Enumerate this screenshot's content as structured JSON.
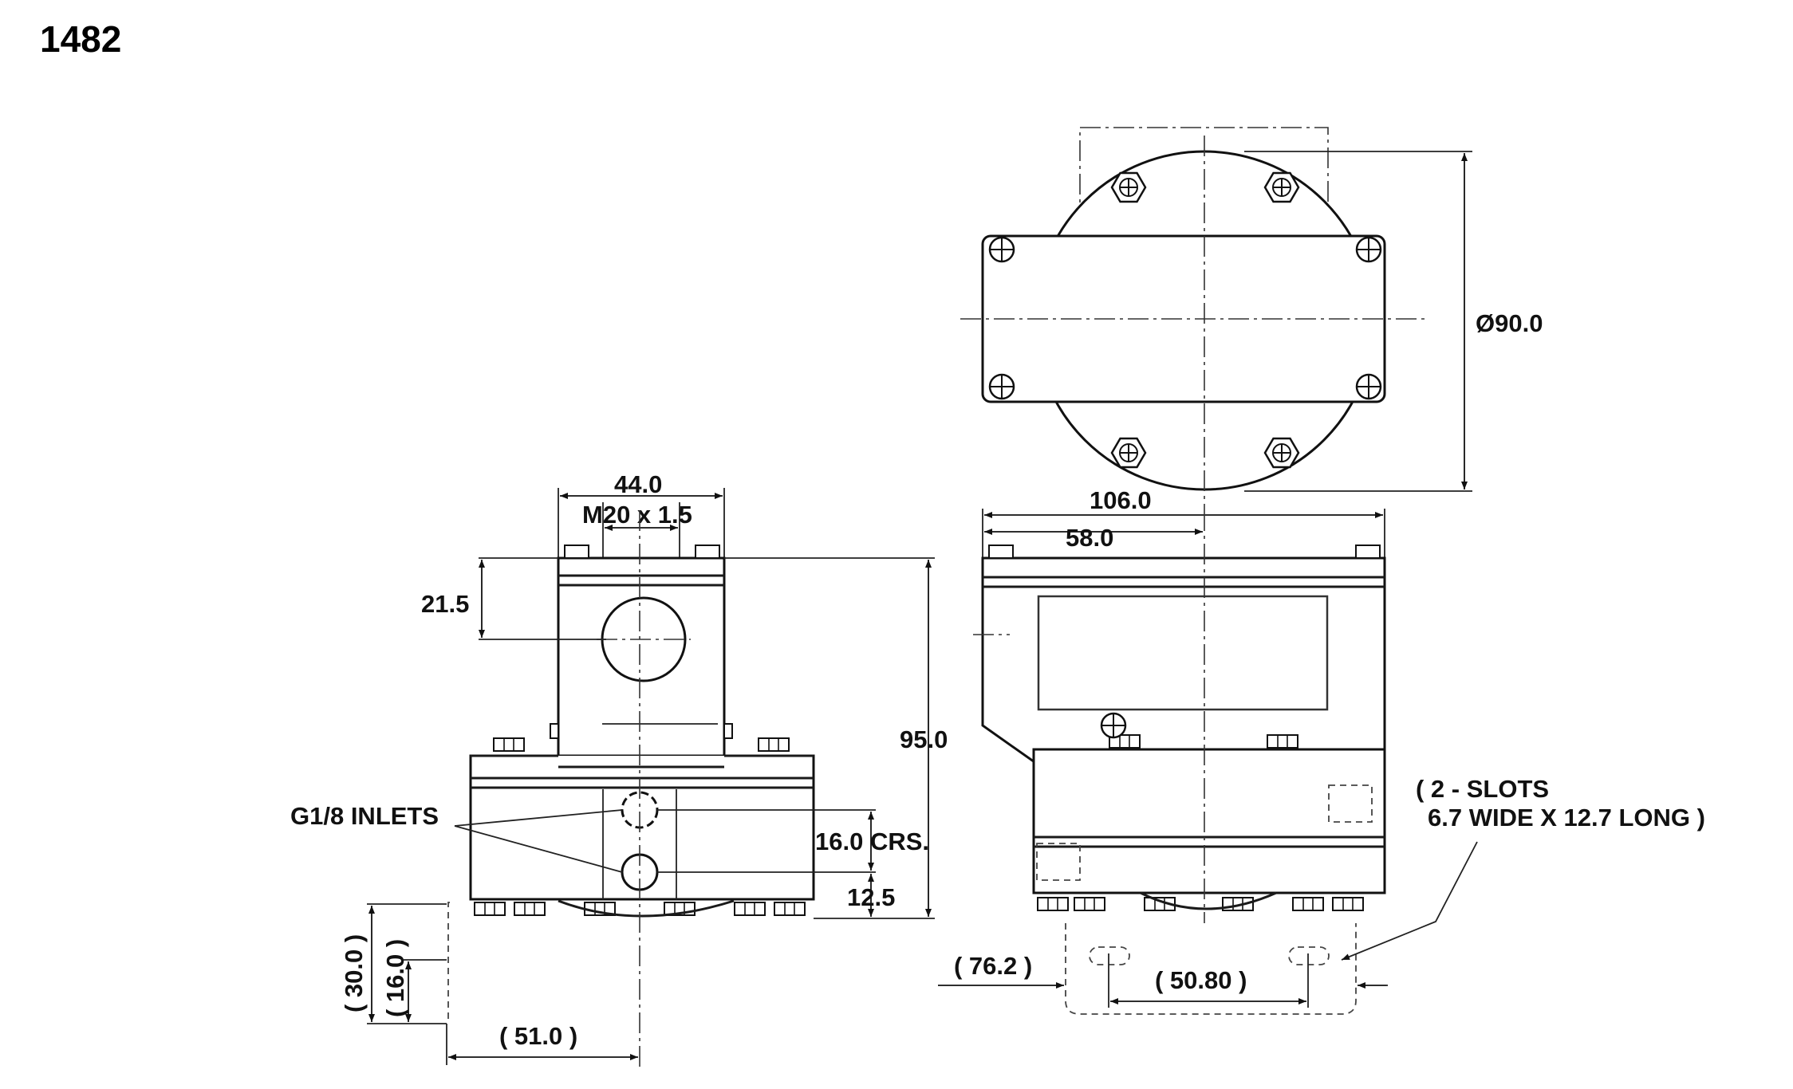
{
  "title": "1482",
  "dimensions": {
    "diameter": "Ø90.0",
    "width_106": "106.0",
    "width_58": "58.0",
    "width_44": "44.0",
    "thread": "M20 x 1.5",
    "height_21_5": "21.5",
    "height_95": "95.0",
    "inlets": "G1/8 INLETS",
    "crs_16": "16.0 CRS.",
    "height_12_5": "12.5",
    "ref_30": "( 30.0 )",
    "ref_16": "( 16.0 )",
    "ref_51": "( 51.0 )",
    "ref_76_2": "( 76.2 )",
    "ref_50_80": "( 50.80 )",
    "slots_line1": "( 2 - SLOTS",
    "slots_line2": "6.7 WIDE X 12.7 LONG )"
  }
}
